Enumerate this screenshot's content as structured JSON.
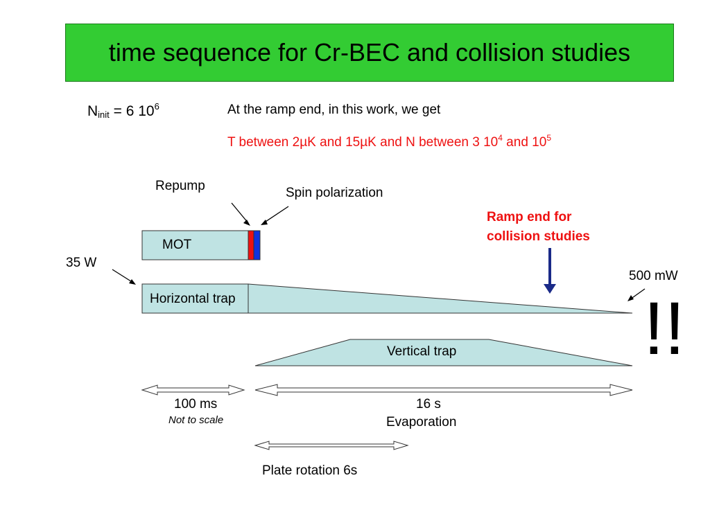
{
  "slide": {
    "title": "time sequence for Cr-BEC and collision studies",
    "n_init": {
      "base": "N",
      "subscript": "init",
      "middle": " = 6 10",
      "exponent": "6"
    },
    "note_line": "At the ramp end, in this work, we get",
    "red_note": {
      "part1": "T between 2µK and 15µK and N between 3 10",
      "exp1": "4",
      "part2": " and 10",
      "exp2": "5"
    }
  },
  "diagram": {
    "labels": {
      "repump": "Repump",
      "spin_polarization": "Spin polarization",
      "mot": "MOT",
      "power_start": "35 W",
      "power_end": "500 mW",
      "horizontal_trap": "Horizontal trap",
      "vertical_trap": "Vertical trap",
      "ramp_end_line1": "Ramp end for",
      "ramp_end_line2": "collision studies",
      "duration_short": "100 ms",
      "not_to_scale": "Not to scale",
      "duration_long": "16 s",
      "evaporation": "Evaporation",
      "plate_rotation": "Plate rotation 6s",
      "exclamation": "!!"
    },
    "colors": {
      "title_bg": "#33cc33",
      "box_fill": "#bfe3e3",
      "repump_bar": "#ee1111",
      "spin_bar": "#1133dd",
      "ramp_arrow": "#1a2a88",
      "red_text": "#ee1111"
    }
  }
}
